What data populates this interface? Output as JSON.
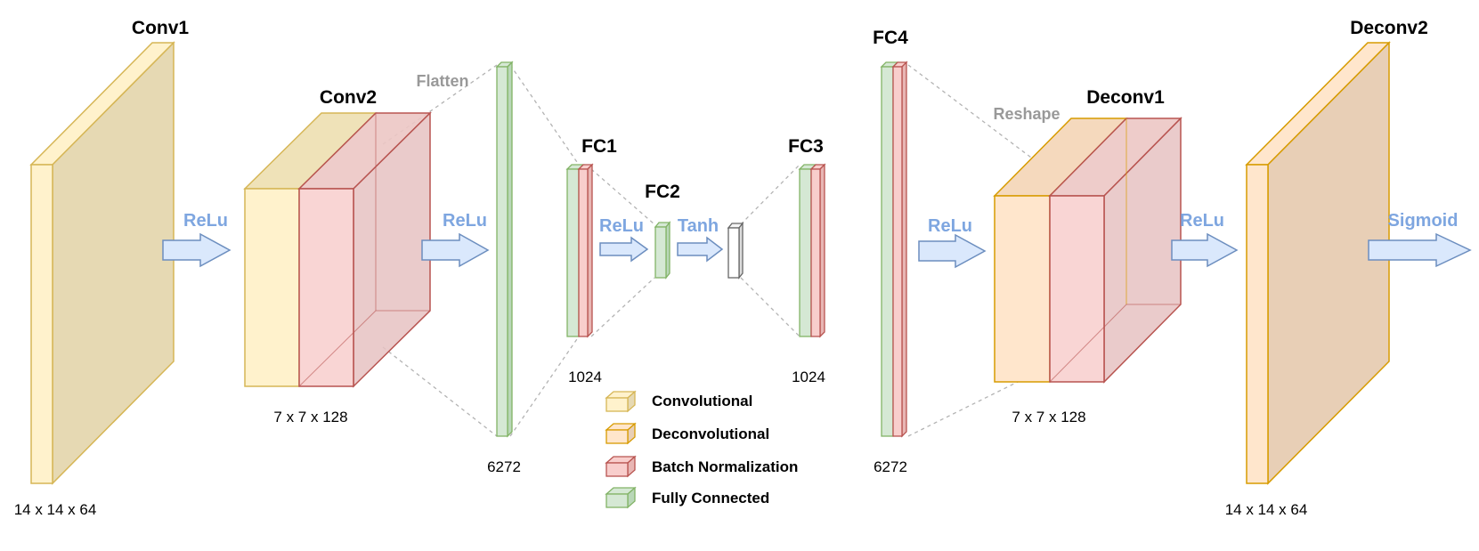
{
  "layers": {
    "conv1": "Conv1",
    "conv2": "Conv2",
    "fc1": "FC1",
    "fc2": "FC2",
    "fc3": "FC3",
    "fc4": "FC4",
    "deconv1": "Deconv1",
    "deconv2": "Deconv2"
  },
  "dims": {
    "conv1": "14 x 14 x 64",
    "conv2": "7 x 7 x 128",
    "flatten": "6272",
    "fc1": "1024",
    "fc3": "1024",
    "fc4": "6272",
    "deconv1": "7 x 7 x 128",
    "deconv2": "14 x 14 x 64"
  },
  "activations": {
    "a1": "ReLu",
    "a2": "ReLu",
    "a3": "ReLu",
    "a4": "Tanh",
    "a5": "ReLu",
    "a6": "ReLu",
    "a7": "Sigmoid"
  },
  "notes": {
    "flatten": "Flatten",
    "reshape": "Reshape"
  },
  "legend": {
    "convolutional": "Convolutional",
    "deconvolutional": "Deconvolutional",
    "batch_norm": "Batch Normalization",
    "fully_connected": "Fully Connected"
  },
  "colors": {
    "conv_front": "#fff2cc",
    "conv_side": "#e6d9b3",
    "conv_stroke": "#d6b656",
    "deconv_front": "#ffe6cc",
    "deconv_side": "#e8cfb6",
    "deconv_stroke": "#d79b00",
    "bn_fill": "#f8cecc",
    "bn_stroke": "#b85450",
    "fc_fill": "#d5e8d4",
    "fc_stroke": "#82b366",
    "arrow_fill": "#dae8fc",
    "arrow_stroke": "#6c8ebf",
    "activation_text": "#7ea6e0"
  }
}
